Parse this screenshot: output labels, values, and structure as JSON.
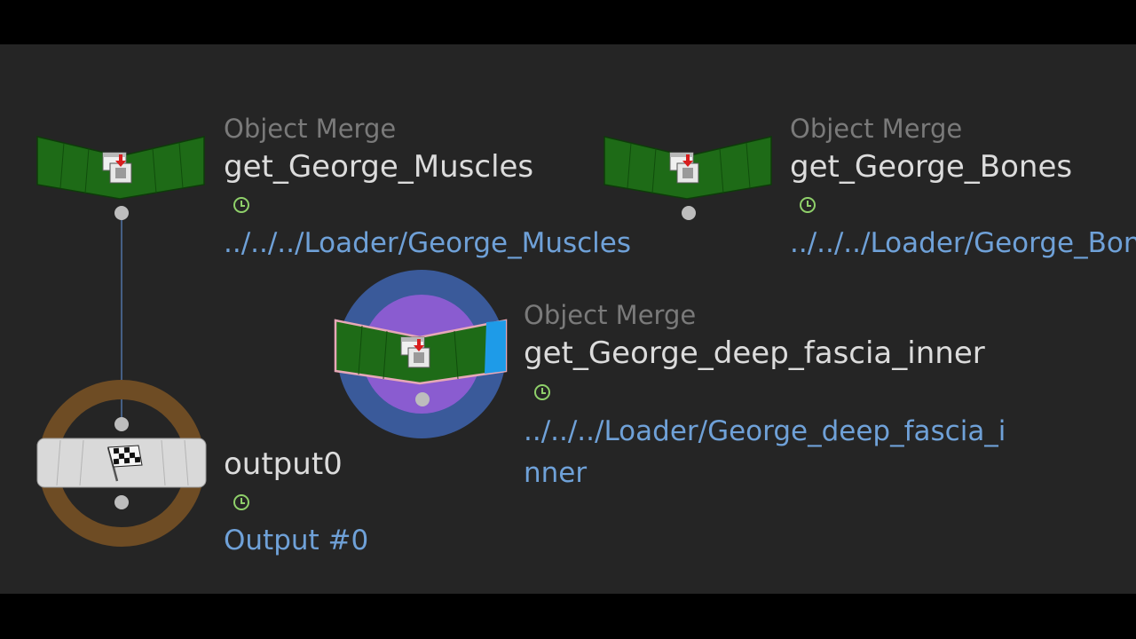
{
  "network": {
    "nodes": [
      {
        "id": "muscles",
        "type_label": "Object Merge",
        "name": "get_George_Muscles",
        "path": "../../../Loader/George_Muscles",
        "color": "#1e6b17",
        "icon": "object-merge-icon"
      },
      {
        "id": "bones",
        "type_label": "Object Merge",
        "name": "get_George_Bones",
        "path": "../../../Loader/George_Bones",
        "color": "#1e6b17",
        "icon": "object-merge-icon"
      },
      {
        "id": "fascia",
        "type_label": "Object Merge",
        "name": "get_George_deep_fascia_inner",
        "path_line1": "../../../Loader/George_deep_fascia_i",
        "path_line2": "nner",
        "color": "#1e6b17",
        "display_flag_color": "#1e9be8",
        "ring_outer_color": "#3a5a9a",
        "ring_inner_color": "#8a5cd0",
        "icon": "object-merge-icon"
      },
      {
        "id": "output",
        "name": "output0",
        "path": "Output #0",
        "color": "#d9d9d9",
        "ring_color": "#6e4c24",
        "icon": "checkered-flag-icon"
      }
    ],
    "colors": {
      "background": "#252525",
      "type_text": "#7a7a7a",
      "name_text": "#dcdcdc",
      "path_text": "#6fa1d8",
      "clock_icon": "#8fd06a",
      "wire": "#5b86c4"
    }
  }
}
